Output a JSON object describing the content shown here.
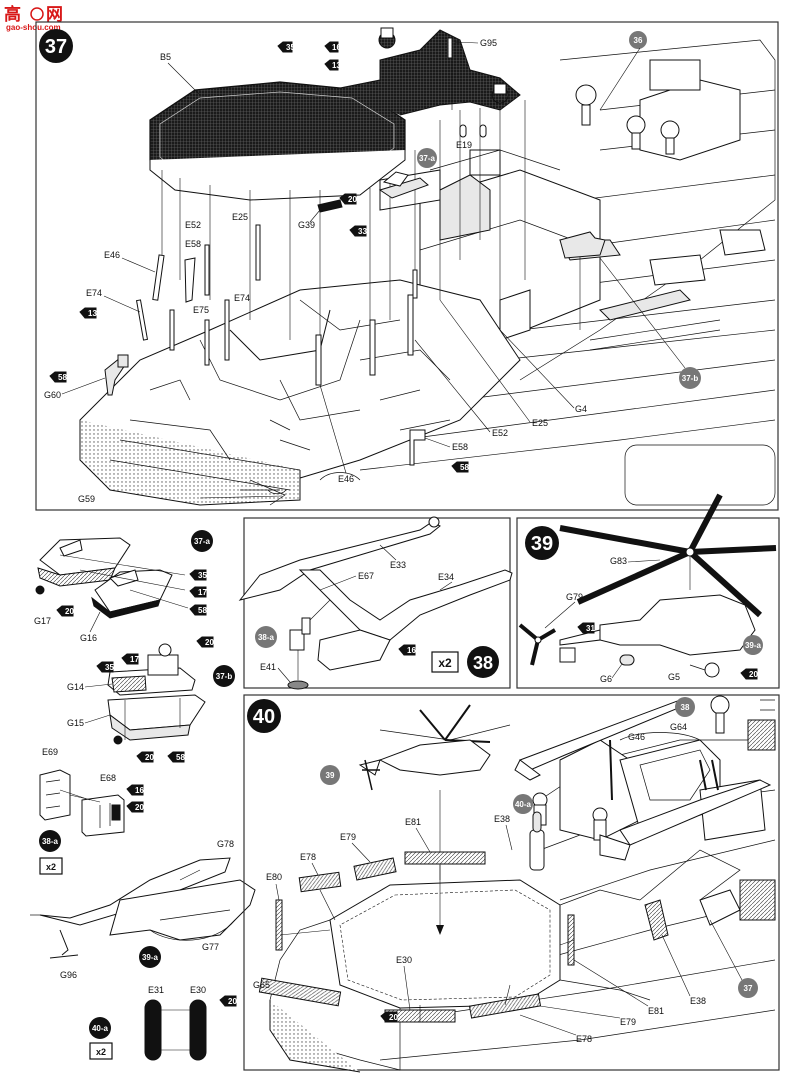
{
  "watermark": {
    "glyph1": "高",
    "glyph2": "网",
    "url": "gao-shou.com"
  },
  "steps": [
    {
      "id": "step-37",
      "number": "37"
    },
    {
      "id": "step-39",
      "number": "39"
    },
    {
      "id": "step-38",
      "number": "38"
    },
    {
      "id": "step-40",
      "number": "40"
    }
  ],
  "multiplier_x2": "x2",
  "refs": {
    "r36": "36",
    "r37a": "37-a",
    "r37b": "37-b",
    "r38": "38",
    "r38a": "38-a",
    "r39": "39",
    "r39a": "39-a",
    "r40a": "40-a",
    "r37": "37"
  },
  "stars": {
    "s35": "35",
    "s16": "16",
    "s13": "13",
    "s20": "20",
    "s33": "33",
    "s58": "58",
    "s17": "17",
    "s31": "31"
  },
  "parts": {
    "B5": "B5",
    "G95": "G95",
    "E19": "E19",
    "E52": "E52",
    "E58": "E58",
    "E25": "E25",
    "G39": "G39",
    "E46": "E46",
    "E74": "E74",
    "E75": "E75",
    "G60": "G60",
    "G59": "G59",
    "G4": "G4",
    "G17": "G17",
    "G16": "G16",
    "G14": "G14",
    "G15": "G15",
    "E69": "E69",
    "E68": "E68",
    "E33": "E33",
    "E67": "E67",
    "E34": "E34",
    "E41": "E41",
    "G83": "G83",
    "G79": "G79",
    "G6": "G6",
    "G5": "G5",
    "G78": "G78",
    "G77": "G77",
    "G96": "G96",
    "E31": "E31",
    "E30": "E30",
    "G46": "G46",
    "G64": "G64",
    "E81": "E81",
    "E38": "E38",
    "E79": "E79",
    "E78": "E78",
    "E80": "E80",
    "G65": "G65"
  }
}
